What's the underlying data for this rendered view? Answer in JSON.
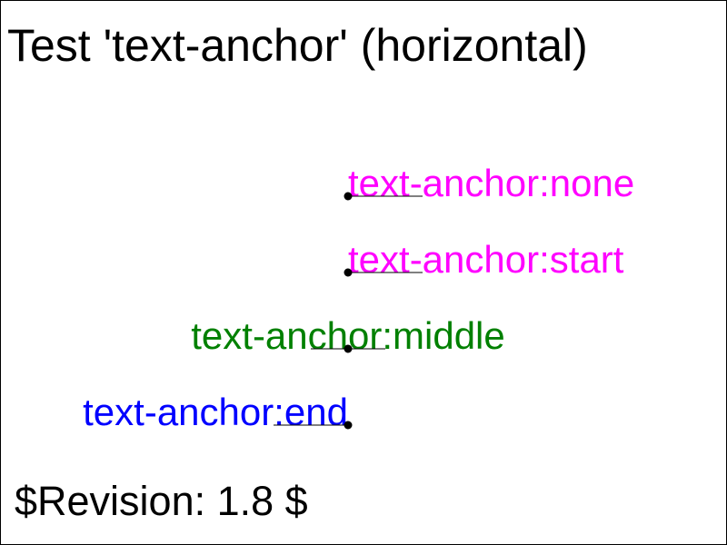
{
  "title": "Test 'text-anchor' (horizontal)",
  "samples": [
    {
      "id": "none",
      "label": "text-anchor:none",
      "anchor": "start",
      "color": "#ff00ff"
    },
    {
      "id": "start",
      "label": "text-anchor:start",
      "anchor": "start",
      "color": "#ff00ff"
    },
    {
      "id": "middle",
      "label": "text-anchor:middle",
      "anchor": "middle",
      "color": "#008000"
    },
    {
      "id": "end",
      "label": "text-anchor:end",
      "anchor": "end",
      "color": "#0000ff"
    }
  ],
  "revision": "$Revision: 1.8 $",
  "colors": {
    "background": "#ffffff",
    "frame": "#000000",
    "marker": "#000000",
    "text": "#000000"
  }
}
